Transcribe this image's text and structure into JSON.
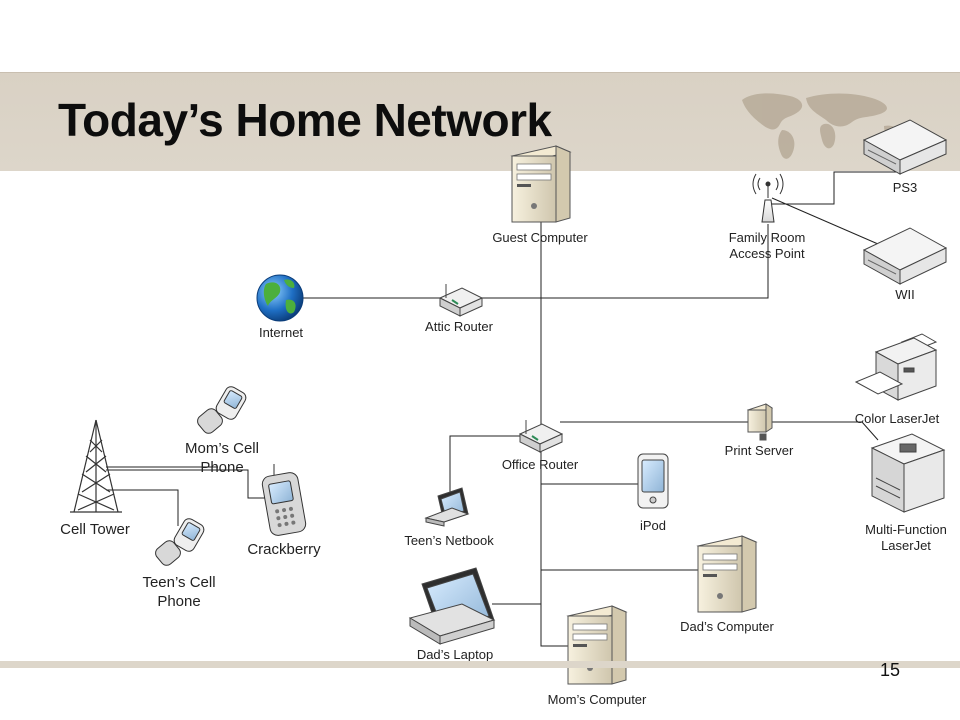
{
  "slide": {
    "title": "Today’s Home Network",
    "page_number": "15"
  },
  "nodes": {
    "guest_computer": "Guest Computer",
    "family_room_ap": "Family Room Access Point",
    "ps3": "PS3",
    "wii": "WII",
    "internet": "Internet",
    "attic_router": "Attic Router",
    "color_laserjet": "Color LaserJet",
    "print_server": "Print Server",
    "office_router": "Office Router",
    "multifunction_laserjet": "Multi-Function LaserJet",
    "ipod": "iPod",
    "teens_netbook": "Teen’s Netbook",
    "dads_computer": "Dad’s Computer",
    "dads_laptop": "Dad’s Laptop",
    "moms_computer": "Mom’s Computer",
    "moms_cell_phone": "Mom’s Cell Phone",
    "cell_tower": "Cell Tower",
    "crackberry": "Crackberry",
    "teens_cell_phone": "Teen’s Cell Phone"
  },
  "connections": [
    [
      "internet",
      "attic_router"
    ],
    [
      "attic_router",
      "family_room_ap"
    ],
    [
      "family_room_ap",
      "ps3"
    ],
    [
      "family_room_ap",
      "wii"
    ],
    [
      "guest_computer",
      "office_router"
    ],
    [
      "office_router",
      "print_server"
    ],
    [
      "print_server",
      "color_laserjet"
    ],
    [
      "print_server",
      "multifunction_laserjet"
    ],
    [
      "office_router",
      "teens_netbook"
    ],
    [
      "office_router",
      "ipod"
    ],
    [
      "office_router",
      "dads_computer"
    ],
    [
      "office_router",
      "dads_laptop"
    ],
    [
      "office_router",
      "moms_computer"
    ],
    [
      "cell_tower",
      "moms_cell_phone"
    ],
    [
      "cell_tower",
      "crackberry"
    ],
    [
      "cell_tower",
      "teens_cell_phone"
    ]
  ]
}
